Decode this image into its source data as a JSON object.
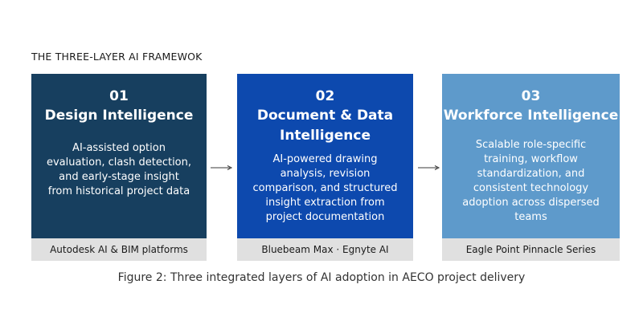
{
  "heading": "THE THREE-LAYER AI FRAMEWOK",
  "colors": {
    "box1_bg": "#173F5F",
    "box2_bg": "#0D49AE",
    "box3_bg": "#5E9ACB",
    "footer_bg": "#E0E0E0",
    "arrow": "#3A3A3A"
  },
  "layers": [
    {
      "number": "01",
      "title": "Design Intelligence",
      "description": "AI-assisted option evaluation, clash detection, and early-stage insight from historical project data",
      "platform": "Autodesk AI & BIM platforms"
    },
    {
      "number": "02",
      "title": "Document & Data Intelligence",
      "description": "AI-powered drawing analysis, revision comparison, and structured insight extraction from project documentation",
      "platform": "Bluebeam Max · Egnyte AI"
    },
    {
      "number": "03",
      "title": "Workforce Intelligence",
      "description": "Scalable role-specific training, workflow standardization, and consistent technology adoption across dispersed teams",
      "platform": "Eagle Point Pinnacle Series"
    }
  ],
  "caption": "Figure 2: Three integrated layers of AI adoption in AECO project delivery"
}
